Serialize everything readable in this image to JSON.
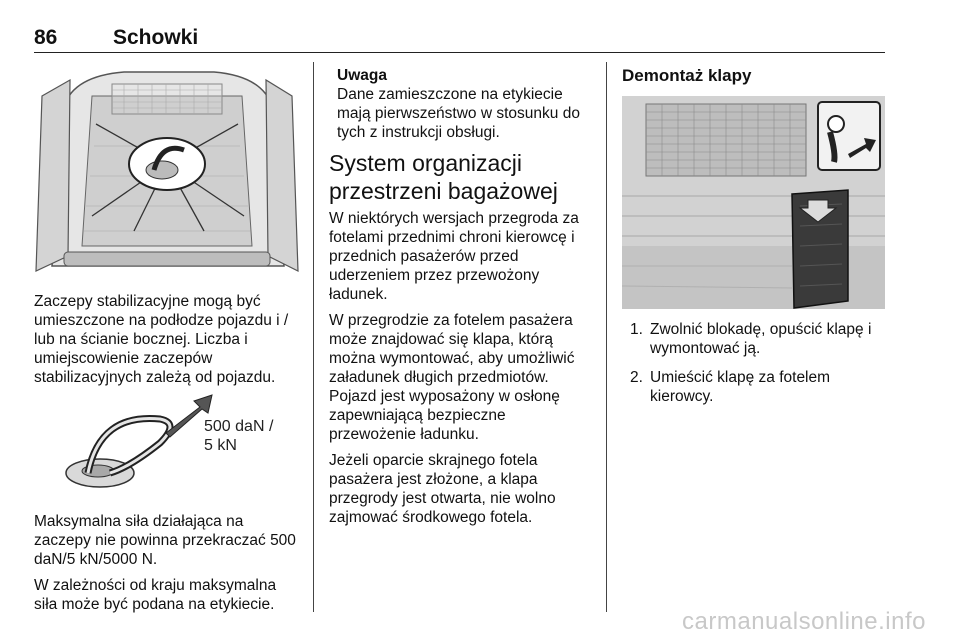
{
  "header": {
    "page_number": "86",
    "title": "Schowki"
  },
  "left": {
    "p1": "Zaczepy stabilizacyjne mogą być umieszczone na podłodze pojazdu i / lub na ścianie bocznej. Liczba i umiejscowienie zaczepów stabilizacyjnych zależą od pojazdu.",
    "force_label_line1": "500 daN /",
    "force_label_line2": "5 kN",
    "p2": "Maksymalna siła działająca na zaczepy nie powinna przekraczać 500 daN/5 kN/5000 N.",
    "p3": "W zależności od kraju maksymalna siła może być podana na etykiecie."
  },
  "middle": {
    "note_title": "Uwaga",
    "note_text": "Dane zamieszczone na etykiecie mają pierwszeństwo w stosunku do tych z instrukcji obsługi.",
    "section_title": "System organizacji przestrzeni bagażowej",
    "p1": "W niektórych wersjach przegroda za fotelami przednimi chroni kierowcę i przednich pasażerów przed uderzeniem przez przewożony ładunek.",
    "p2": "W przegrodzie za fotelem pasażera może znajdować się klapa, którą można wymontować, aby umożliwić załadunek długich przedmiotów. Pojazd jest wyposażony w osłonę zapewniającą bezpieczne przewożenie ładunku.",
    "p3": "Jeżeli oparcie skrajnego fotela pasażera jest złożone, a klapa przegrody jest otwarta, nie wolno zajmować środkowego fotela."
  },
  "right": {
    "subsection_title": "Demontaż klapy",
    "steps": [
      {
        "num": "1.",
        "text": "Zwolnić blokadę, opuścić klapę i wymontować ją."
      },
      {
        "num": "2.",
        "text": "Umieścić klapę za fotelem kierowcy."
      }
    ]
  },
  "watermark": "carmanualsonline.info"
}
